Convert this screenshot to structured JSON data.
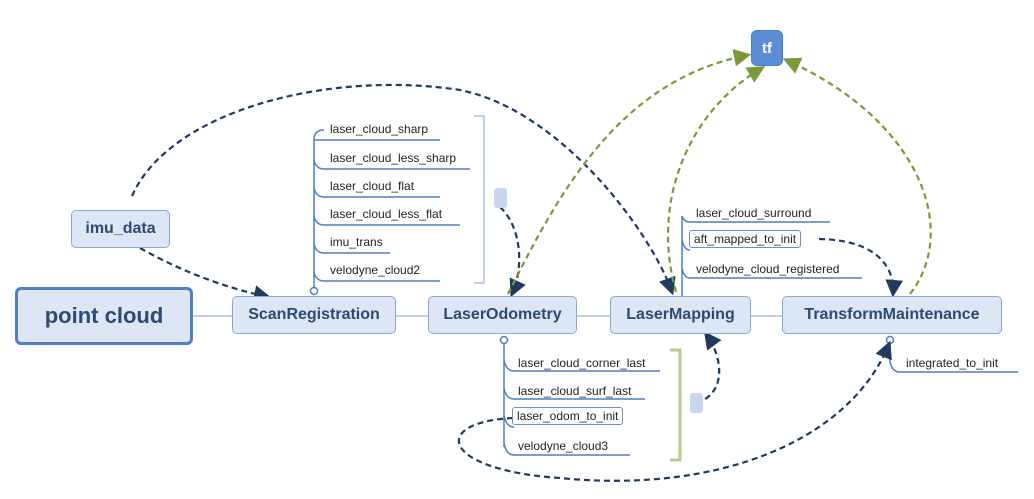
{
  "nodes": {
    "point_cloud": "point cloud",
    "imu_data": "imu_data",
    "scan_registration": "ScanRegistration",
    "laser_odometry": "LaserOdometry",
    "laser_mapping": "LaserMapping",
    "transform_maintenance": "TransformMaintenance",
    "tf": "tf"
  },
  "scan_registration_topics": [
    "laser_cloud_sharp",
    "laser_cloud_less_sharp",
    "laser_cloud_flat",
    "laser_cloud_less_flat",
    "imu_trans",
    "velodyne_cloud2"
  ],
  "laser_odometry_topics": [
    "laser_cloud_corner_last",
    "laser_cloud_surf_last",
    "laser_odom_to_init",
    "velodyne_cloud3"
  ],
  "laser_mapping_topics": [
    "laser_cloud_surround",
    "aft_mapped_to_init",
    "velodyne_cloud_registered"
  ],
  "transform_maintenance_topics": [
    "integrated_to_init"
  ],
  "colors": {
    "node_fill": "#dde6f4",
    "node_border": "#8aa8d6",
    "node_text": "#2c4a74",
    "dark_arrow": "#1f3a5f",
    "green_arrow": "#7a9a3a",
    "underline": "#4f7fc2",
    "green_bracket": "#b5cc8e"
  }
}
